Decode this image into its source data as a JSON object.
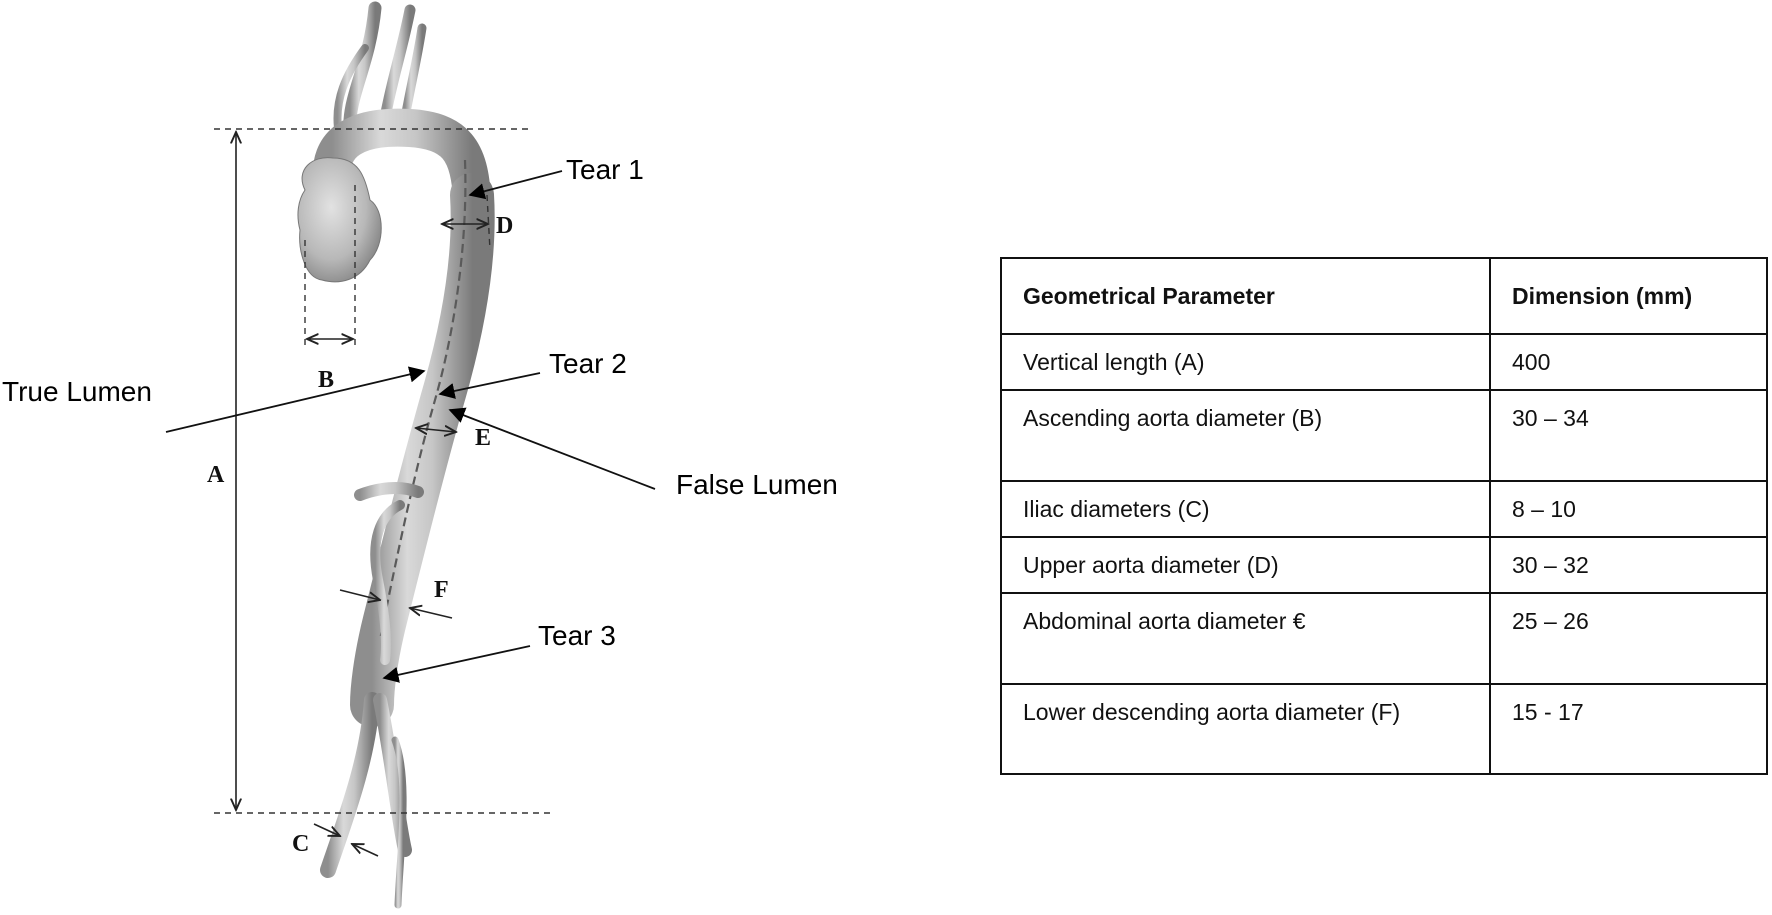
{
  "diagram": {
    "labels": {
      "tear1": "Tear 1",
      "tear2": "Tear 2",
      "tear3": "Tear 3",
      "true_lumen": "True Lumen",
      "false_lumen": "False Lumen"
    },
    "dimension_letters": {
      "a": "A",
      "b": "B",
      "c": "C",
      "d": "D",
      "e": "E",
      "f": "F"
    }
  },
  "table": {
    "headers": [
      "Geometrical Parameter",
      "Dimension (mm)"
    ],
    "rows": [
      [
        "Vertical length  (A)",
        "400"
      ],
      [
        "Ascending aorta diameter (B)",
        "30 – 34"
      ],
      [
        "Iliac diameters (C)",
        "8 – 10"
      ],
      [
        "Upper aorta diameter (D)",
        "30 – 32"
      ],
      [
        "Abdominal aorta diameter €",
        "25 – 26"
      ],
      [
        "Lower descending aorta diameter (F)",
        "15 - 17"
      ]
    ]
  }
}
